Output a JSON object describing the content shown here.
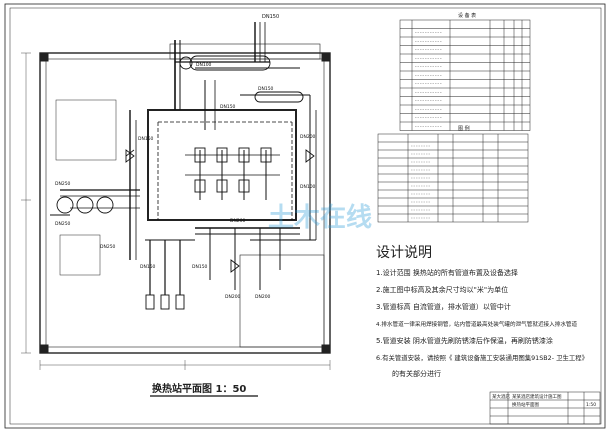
{
  "plan": {
    "title": "换热站平面图  1：50"
  },
  "pipe_labels": {
    "dn150_top": "DN150",
    "dn100_a": "DN100",
    "dn150_b": "DN150",
    "dn150_c": "DN150",
    "dn200_a": "DN200",
    "dn100_b": "DN100",
    "dn150_d": "DN150",
    "dn250_a": "DN250",
    "dn250_b": "DN250",
    "dn200_b": "DN200",
    "dn150_e": "DN150",
    "dn150_f": "DN150",
    "dn200_c": "DN200",
    "dn200_d": "DN200",
    "dn250_c": "DN250"
  },
  "design_notes": {
    "heading": "设计说明",
    "items": [
      "1.设计范围 换热站的所有管道布置及设备选择",
      "2.施工图中标高及其余尺寸均以\"米\"为单位",
      "3.管道标高 自流管道，排水管道）以管中计",
      "4.排水管道一律采用焊接钢管，站内管道最高处装气罐的泄气管就近接入排水管道",
      "5.管道安装 阴水管道先刷防锈漆后作保温，再刷防锈漆涂",
      "6.有关管道安装，请按照《 建筑设备施工安装通用图集91SB2- 卫生工程》",
      "的有关部分进行"
    ]
  },
  "equipment_table": {
    "title": "设 备 表",
    "row_count": 12
  },
  "legend_table": {
    "title": "图  例",
    "row_count": 10
  },
  "title_block": {
    "row1": "某大酒店",
    "row2": "某某酒店建筑设计施工图",
    "drawing": "换热站平面图",
    "scale": "1:50"
  },
  "watermark": {
    "text": "土木在线",
    "color": "#2a9cd6"
  }
}
